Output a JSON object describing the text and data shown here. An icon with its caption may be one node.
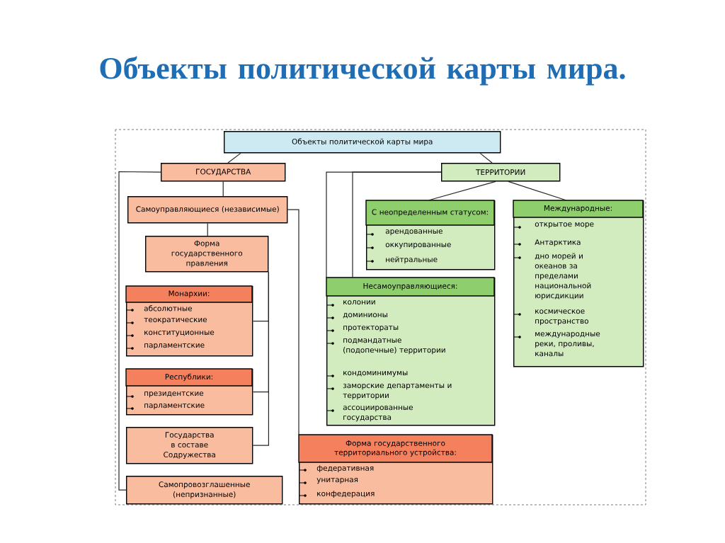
{
  "diagram": {
    "title": "Объекты политической карты мира.",
    "nodes": [
      {
        "text": [
          "Объекты политической карты мира"
        ]
      },
      {
        "text": [
          "ГОСУДАРСТВА"
        ]
      },
      {
        "text": [
          "ТЕРРИТОРИИ"
        ]
      },
      {
        "text": [
          "Самоуправляющиеся (независимые)"
        ]
      },
      {
        "text": [
          "Форма государственного правления"
        ]
      },
      {
        "text": [
          "Монархии:",
          "абсолютные",
          "теократические",
          "конституционные",
          "парламентские"
        ]
      },
      {
        "text": [
          "Республики:",
          "президентские",
          "парламентские"
        ]
      },
      {
        "text": [
          "Государства в составе Содружества"
        ]
      },
      {
        "text": [
          "Самопровозглашенные (непризнанные)"
        ]
      },
      {
        "text": [
          "С неопределенным статусом:",
          "арендованные",
          "оккупированные",
          "нейтральные"
        ]
      },
      {
        "text": [
          "Международные:",
          "открытое море",
          "Антарктика",
          "дно морей и океанов за пределами национальной юрисдикции",
          "космическое пространство",
          "международные реки, проливы, каналы"
        ]
      },
      {
        "text": [
          "Несамоуправляющиеся:",
          "колонии",
          "доминионы",
          "протектораты",
          "подмандатные (подопечные) территории",
          "кондоминимумы",
          "заморские департаменты и территории",
          "ассоциированные государства"
        ]
      },
      {
        "text": [
          "Форма государственного территориального устройства:",
          "федеративная",
          "унитарная",
          "конфедерация"
        ]
      }
    ],
    "edges": [
      {
        "from": 0,
        "to": 1,
        "arrow": "none"
      },
      {
        "from": 0,
        "to": 2,
        "arrow": "none"
      },
      {
        "from": 1,
        "to": 3,
        "arrow": "none"
      },
      {
        "from": 3,
        "to": 4,
        "arrow": "none"
      },
      {
        "from": 4,
        "to": 5,
        "arrow": "none"
      },
      {
        "from": 4,
        "to": 6,
        "arrow": "none"
      },
      {
        "from": 4,
        "to": 7,
        "arrow": "none"
      },
      {
        "from": 1,
        "to": 8,
        "arrow": "none"
      },
      {
        "from": 3,
        "to": 12,
        "arrow": "none"
      },
      {
        "from": 2,
        "to": 11,
        "arrow": "none"
      },
      {
        "from": 2,
        "to": 11,
        "arrow": "none"
      },
      {
        "from": 2,
        "to": 9,
        "arrow": "none"
      },
      {
        "from": 2,
        "to": 10,
        "arrow": "none"
      }
    ]
  }
}
